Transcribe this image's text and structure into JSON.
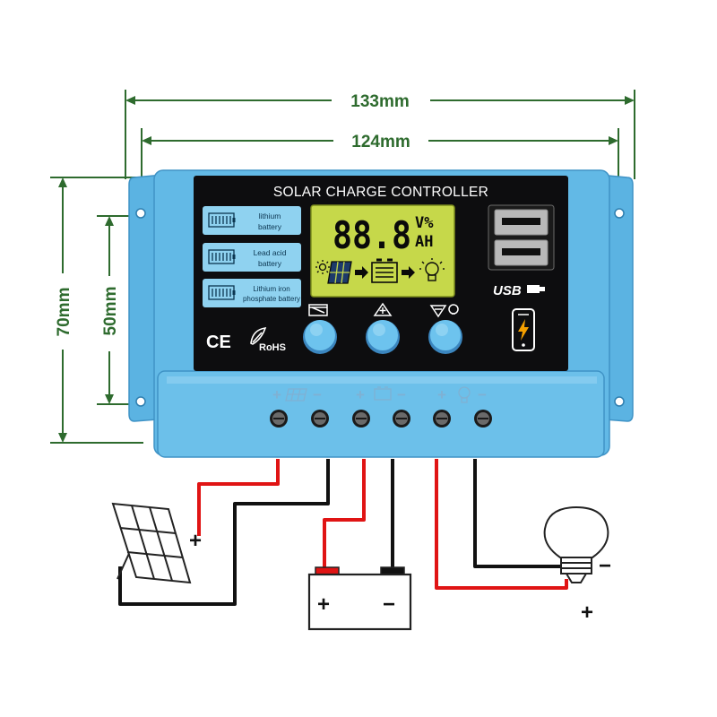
{
  "dimensions": {
    "overall_width": "133mm",
    "mount_width": "124mm",
    "overall_height": "70mm",
    "mount_height": "50mm"
  },
  "panel": {
    "title": "SOLAR CHARGE CONTROLLER",
    "battery_types": [
      {
        "line1": "lithium",
        "line2": "battery"
      },
      {
        "line1": "Lead acid",
        "line2": "battery"
      },
      {
        "line1": "Lithium iron",
        "line2": "phosphate battery"
      }
    ],
    "certifications": {
      "ce": "CE",
      "rohs": "RoHS"
    },
    "usb_label": "USB",
    "buttons": [
      "menu-button",
      "up-button",
      "down-load-button"
    ]
  },
  "lcd": {
    "digits": "88.8",
    "unit_top": "V%",
    "unit_bottom": "AH",
    "flow": [
      "sun-panel-icon",
      "arrow-icon",
      "battery-icon",
      "arrow-icon",
      "bulb-icon"
    ]
  },
  "terminals": {
    "groups": [
      "solar-panel",
      "battery",
      "load"
    ],
    "signs": {
      "plus": "+",
      "minus": "−"
    }
  },
  "wiring": {
    "solar_positive": "+",
    "battery_positive": "+",
    "battery_negative": "−",
    "load_negative": "−",
    "load_positive": "+"
  },
  "colors": {
    "housing": "#62b9e6",
    "housing_dark": "#4a9ed0",
    "panel": "#0d0d0f",
    "lcd": "#c6d84a",
    "badge": "#8fd2f0",
    "dimension": "#2e6b2e",
    "wire_positive": "#e01414",
    "wire_negative": "#111111"
  }
}
